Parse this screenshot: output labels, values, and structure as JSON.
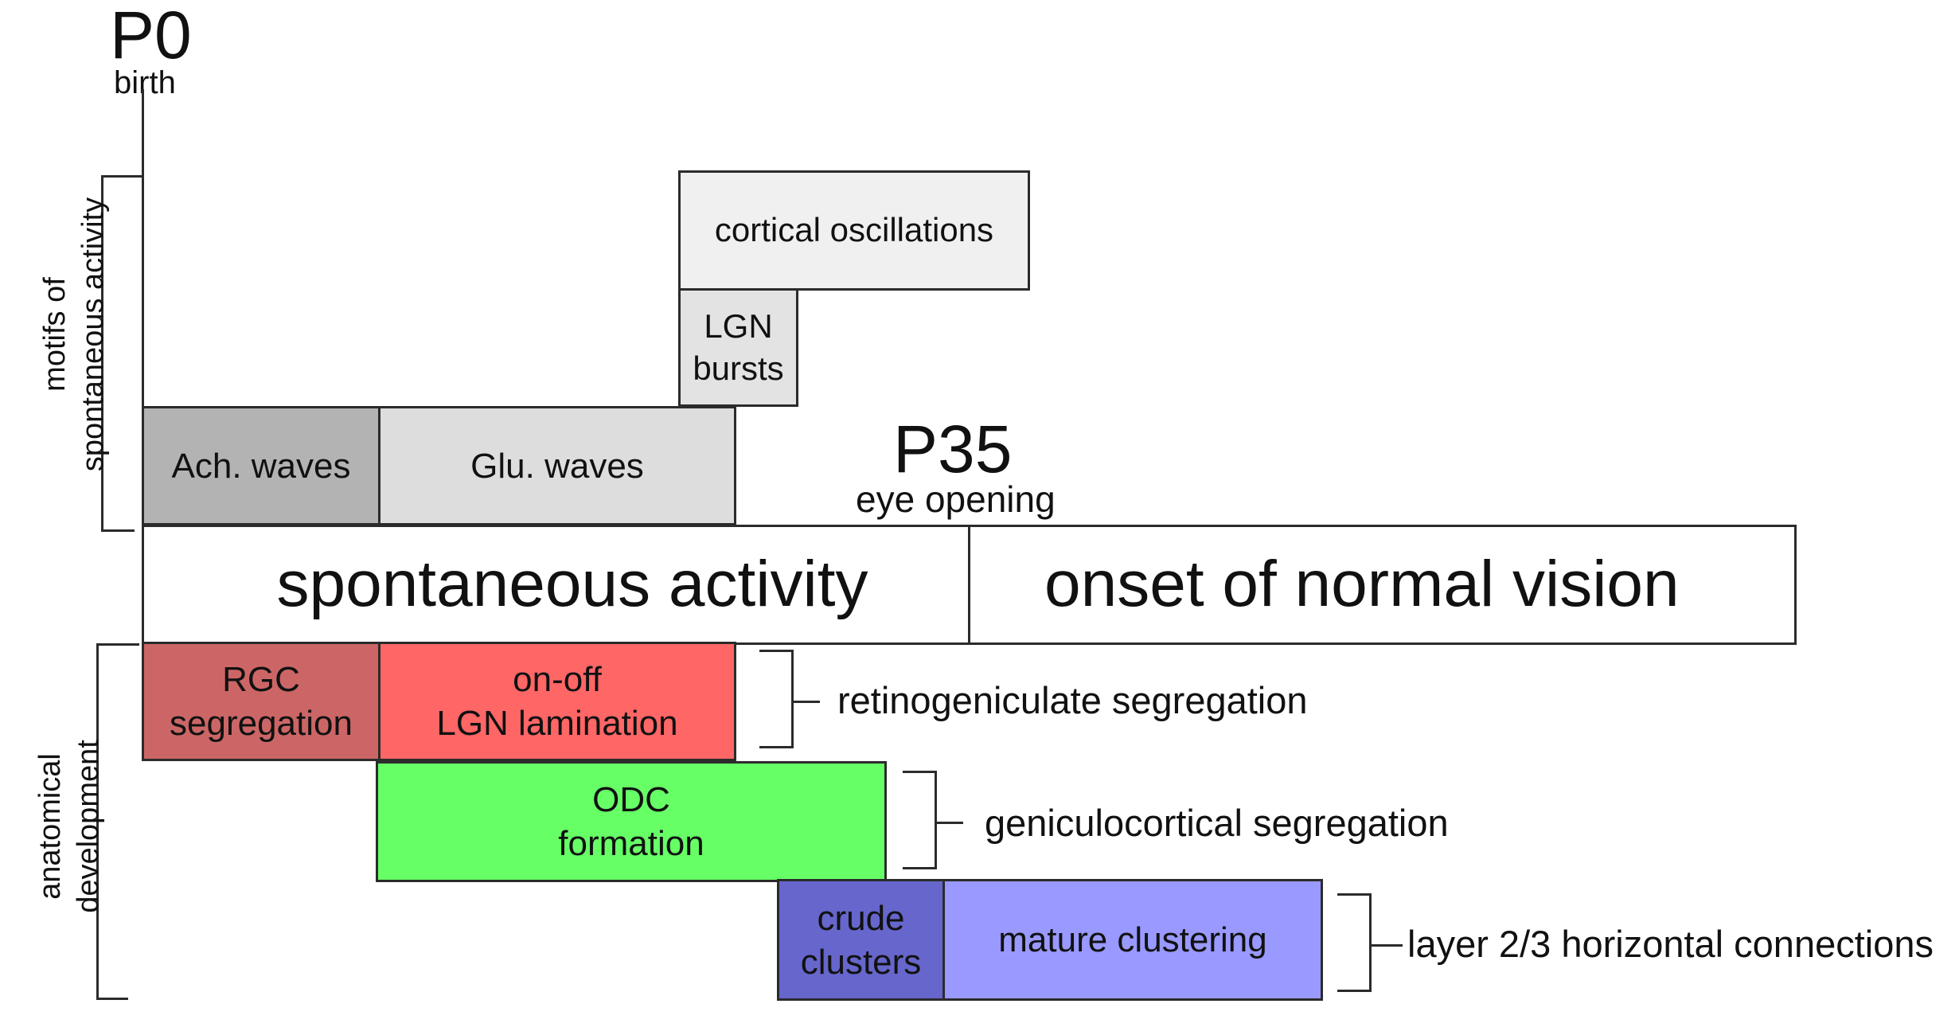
{
  "milestones": {
    "p0": {
      "label": "P0",
      "sub": "birth"
    },
    "p35": {
      "label": "P35",
      "sub": "eye opening"
    }
  },
  "side_labels": {
    "motifs": "motifs of\nspontaneous activity",
    "anatomical": "anatomical\ndevelopment"
  },
  "timeline": {
    "spontaneous": "spontaneous activity",
    "vision": "onset of normal vision"
  },
  "motifs": {
    "ach_waves": "Ach. waves",
    "glu_waves": "Glu. waves",
    "lgn_bursts": "LGN\nbursts",
    "cortical_osc": "cortical oscillations"
  },
  "anatomy": {
    "rgc": "RGC\nsegregation",
    "onoff": "on-off\nLGN lamination",
    "odc": "ODC\nformation",
    "crude": "crude\nclusters",
    "mature": "mature clustering"
  },
  "groups": {
    "retinogeniculate": "retinogeniculate segregation",
    "geniculocortical": "geniculocortical segregation",
    "layer23": "layer 2/3 horizontal connections"
  },
  "colors": {
    "ach": "#b3b3b3",
    "glu": "#dddddd",
    "lgn_bursts": "#e3e3e3",
    "cortical": "#f0f0f0",
    "rgc": "#cc6666",
    "onoff": "#ff6666",
    "odc": "#66ff66",
    "crude": "#6666cc",
    "mature": "#9999ff"
  }
}
